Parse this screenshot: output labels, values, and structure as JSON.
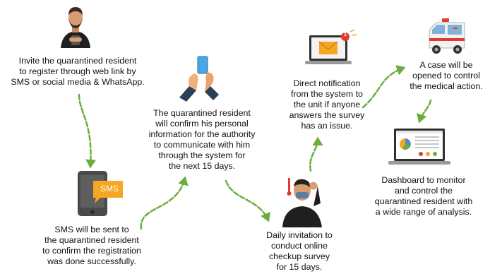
{
  "steps": [
    {
      "id": "invite",
      "icon": "man-with-phone-icon",
      "lines": [
        "Invite the quarantined resident",
        "to register through web link by",
        "SMS or social media & WhatsApp."
      ]
    },
    {
      "id": "confirm-info",
      "icon": "hands-with-phone-icon",
      "lines": [
        "The quarantined resident",
        "will confirm his personal",
        "information for the authority",
        "to communicate with him",
        "through the system for",
        "the next 15 days."
      ]
    },
    {
      "id": "notification",
      "icon": "laptop-email-notification-icon",
      "badge": "1",
      "lines": [
        "Direct notification",
        "from the system to",
        "the unit if anyone",
        "answers the survey",
        "has an issue."
      ]
    },
    {
      "id": "case",
      "icon": "ambulance-icon",
      "lines": [
        "A case will be",
        "opened to control",
        "the medical action."
      ]
    },
    {
      "id": "dashboard",
      "icon": "dashboard-laptop-icon",
      "lines": [
        "Dashboard to monitor",
        "and control the",
        "quarantined resident with",
        "a wide range of analysis."
      ]
    },
    {
      "id": "sms",
      "icon": "tablet-sms-icon",
      "icon_text": "SMS",
      "lines": [
        "SMS will be sent to",
        "the quarantined resident",
        "to confirm the registration",
        "was done successfully."
      ]
    },
    {
      "id": "daily",
      "icon": "sick-man-thermometer-icon",
      "lines": [
        "Daily invitation to",
        "conduct online",
        "checkup survey",
        "for 15 days."
      ]
    }
  ],
  "colors": {
    "arrow": "#6cae3e",
    "text": "#111111",
    "accent_orange": "#f5a623",
    "badge_red": "#e03c31"
  }
}
